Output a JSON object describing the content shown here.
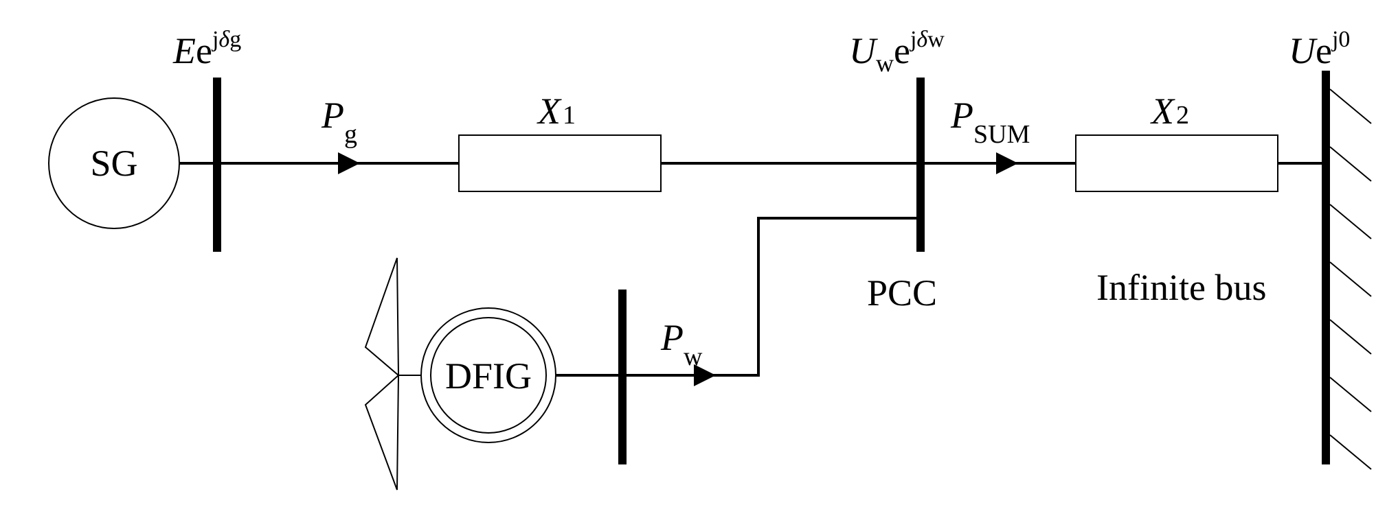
{
  "labels": {
    "sg": "SG",
    "dfig": "DFIG",
    "pcc": "PCC",
    "infinite_bus": "Infinite bus",
    "x1_main": "X",
    "x1_sub": "1",
    "x2_main": "X",
    "x2_sub": "2",
    "pg_main": "P",
    "pg_sub": "g",
    "psum_main": "P",
    "psum_sub": "SUM",
    "pw_main": "P",
    "pw_sub": "w",
    "e_main": "E",
    "e_e": "e",
    "e_j": "j",
    "e_delta": "δ",
    "e_g": "g",
    "u_main": "U",
    "u_sub": "w",
    "u_e": "e",
    "u_j": "j",
    "u_delta": "δ",
    "u_w": "w",
    "inf_main": "U",
    "inf_e": "e",
    "inf_sup": "j0"
  }
}
